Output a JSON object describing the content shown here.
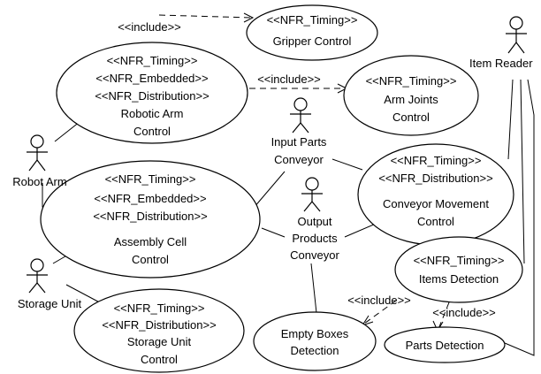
{
  "actors": {
    "robot_arm": "Robot Arm",
    "storage_unit": "Storage Unit",
    "item_reader": "Item Reader",
    "input_parts_conveyor": [
      "Input Parts",
      "Conveyor"
    ],
    "output_products_conveyor": [
      "Output",
      "Products",
      "Conveyor"
    ]
  },
  "use_cases": {
    "gripper_control": [
      "<<NFR_Timing>>",
      "Gripper Control"
    ],
    "robotic_arm_control": [
      "<<NFR_Timing>>",
      "<<NFR_Embedded>>",
      "<<NFR_Distribution>>",
      "Robotic Arm",
      "Control"
    ],
    "arm_joints_control": [
      "<<NFR_Timing>>",
      "Arm Joints",
      "Control"
    ],
    "assembly_cell_control": [
      "<<NFR_Timing>>",
      "<<NFR_Embedded>>",
      "<<NFR_Distribution>>",
      "Assembly Cell",
      "Control"
    ],
    "conveyor_movement_control": [
      "<<NFR_Timing>>",
      "<<NFR_Distribution>>",
      "Conveyor Movement",
      "Control"
    ],
    "storage_unit_control": [
      "<<NFR_Timing>>",
      "<<NFR_Distribution>>",
      "Storage Unit",
      "Control"
    ],
    "items_detection": [
      "<<NFR_Timing>>",
      "Items Detection"
    ],
    "empty_boxes_detection": [
      "Empty Boxes",
      "Detection"
    ],
    "parts_detection": [
      "Parts Detection"
    ]
  },
  "relations": {
    "include_gripper": "<<include>>",
    "include_arm_joints": "<<include>>",
    "include_empty_boxes": "<<include>>",
    "include_parts": "<<include>>"
  }
}
